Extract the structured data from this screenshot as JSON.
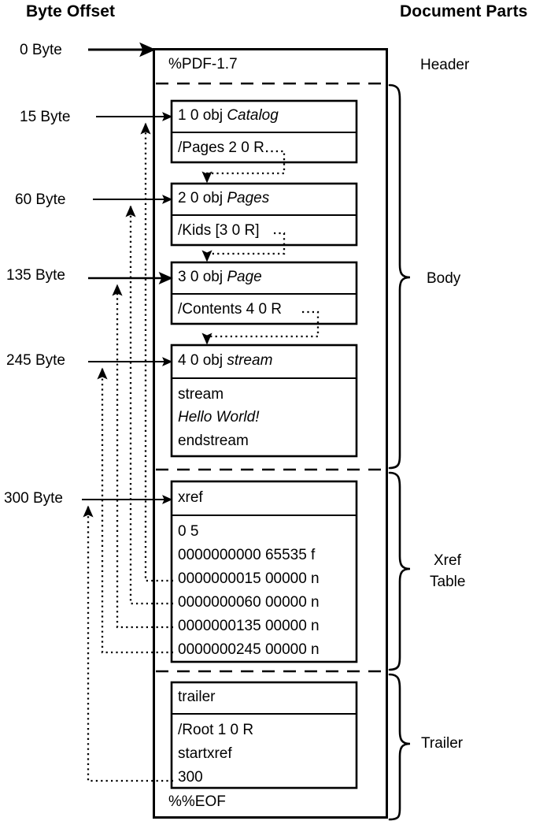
{
  "headers": {
    "left": "Byte Offset",
    "right": "Document Parts"
  },
  "byte_offsets": [
    {
      "label": "0 Byte",
      "value": 0
    },
    {
      "label": "15 Byte",
      "value": 15
    },
    {
      "label": "60 Byte",
      "value": 60
    },
    {
      "label": "135 Byte",
      "value": 135
    },
    {
      "label": "245 Byte",
      "value": 245
    },
    {
      "label": "300 Byte",
      "value": 300
    }
  ],
  "document_parts": [
    {
      "name": "Header"
    },
    {
      "name": "Body"
    },
    {
      "name": "Xref",
      "name2": "Table"
    },
    {
      "name": "Trailer"
    }
  ],
  "pdf": {
    "header_line": "%PDF-1.7",
    "eof_line": "%%EOF",
    "objects": [
      {
        "title_num": "1 0 obj ",
        "title_type": "Catalog",
        "body": "/Pages 2 0 R"
      },
      {
        "title_num": "2 0 obj ",
        "title_type": "Pages",
        "body": "/Kids [3 0 R]"
      },
      {
        "title_num": "3 0 obj ",
        "title_type": "Page",
        "body": "/Contents 4 0 R"
      },
      {
        "title_num": "4 0 obj ",
        "title_type": "stream",
        "body_lines": [
          "stream",
          "Hello World!",
          "endstream"
        ],
        "body_line1": "stream",
        "body_line2": "Hello World!",
        "body_line3": "endstream"
      }
    ],
    "xref": {
      "keyword": "xref",
      "count_line": "0 5",
      "entries": [
        "0000000000 65535 f",
        "0000000015 00000 n",
        "0000000060 00000 n",
        "0000000135 00000 n",
        "0000000245 00000 n"
      ]
    },
    "trailer": {
      "keyword": "trailer",
      "root_line": "/Root 1 0 R",
      "startxref_keyword": "startxref",
      "startxref_value": "300"
    }
  },
  "colors": {
    "stroke": "#000000",
    "background": "#ffffff"
  }
}
